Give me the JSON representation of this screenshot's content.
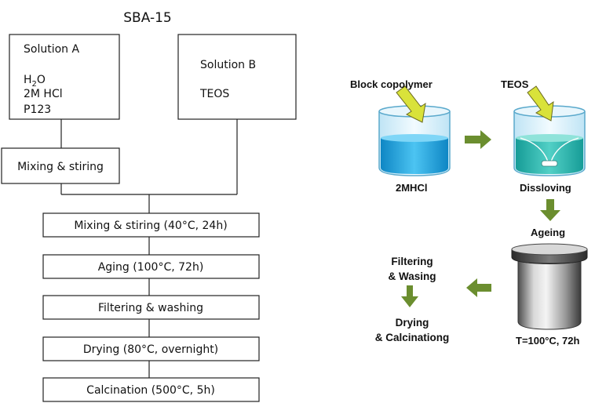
{
  "flowchart": {
    "title": "SBA-15",
    "solution_a": {
      "title": "Solution A",
      "items": [
        "H2O",
        "2M HCl",
        "P123"
      ]
    },
    "solution_b": {
      "title": "Solution B",
      "items": [
        "TEOS"
      ]
    },
    "steps": [
      "Mixing & stiring",
      "Mixing & stiring (40°C, 24h)",
      "Aging (100°C, 72h)",
      "Filtering & washing",
      "Drying (80°C, overnight)",
      "Calcination (500°C, 5h)"
    ]
  },
  "process": {
    "block_copolymer_label": "Block copolymer",
    "teos_label": "TEOS",
    "beaker1_caption": "2MHCl",
    "beaker2_caption": "Dissloving",
    "ageing_label": "Ageing",
    "vessel_caption": "T=100°C, 72h",
    "filtering_line1": "Filtering",
    "filtering_line2": "& Wasing",
    "drying_line1": "Drying",
    "drying_line2": "& Calcinationg"
  },
  "colors": {
    "arrow_green": "#6b8e2f",
    "beaker_water": "#1a9ed6",
    "beaker2_water": "#27b3a8",
    "pointer_yellow": "#d9e23a"
  }
}
